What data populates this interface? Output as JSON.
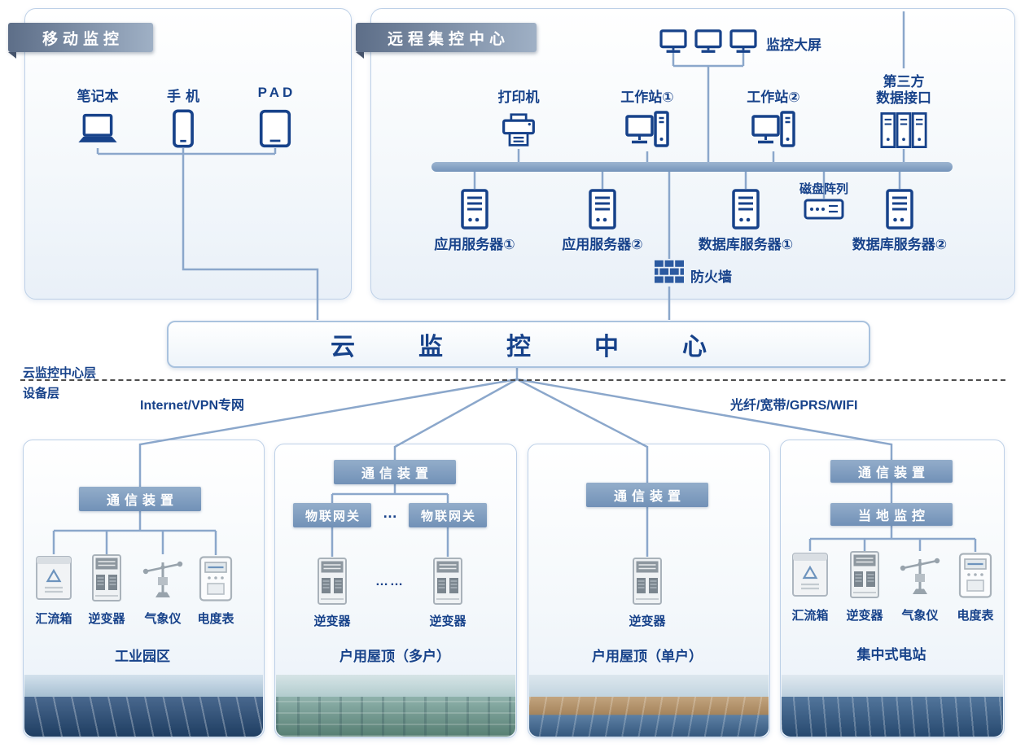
{
  "mobile": {
    "tag": "移动监控",
    "laptop": "笔记本",
    "phone": "手机",
    "pad": "PAD"
  },
  "control_center": {
    "tag": "远程集控中心",
    "big_screen": "监控大屏",
    "printer": "打印机",
    "workstation1": "工作站①",
    "workstation2": "工作站②",
    "third_party_line1": "第三方",
    "third_party_line2": "数据接口",
    "disk_array": "磁盘阵列",
    "app_server1": "应用服务器①",
    "app_server2": "应用服务器②",
    "db_server1": "数据库服务器①",
    "db_server2": "数据库服务器②",
    "firewall": "防火墙"
  },
  "cloud_bar": {
    "title": "云监控中心"
  },
  "layers": {
    "upper": "云监控中心层",
    "lower": "设备层"
  },
  "links": {
    "left": "Internet/VPN专网",
    "right": "光纤/宽带/GPRS/WIFI"
  },
  "sites": [
    {
      "title": "工业园区",
      "comm": "通信装置",
      "devices": [
        "汇流箱",
        "逆变器",
        "气象仪",
        "电度表"
      ]
    },
    {
      "title": "户用屋顶（多户）",
      "comm": "通信装置",
      "gateway1": "物联网关",
      "gateway2": "物联网关",
      "gateway_dots": "…",
      "device_dots": "……",
      "devices": [
        "逆变器",
        "逆变器"
      ]
    },
    {
      "title": "户用屋顶（单户）",
      "comm": "通信装置",
      "devices": [
        "逆变器"
      ]
    },
    {
      "title": "集中式电站",
      "comm": "通信装置",
      "local": "当地监控",
      "devices": [
        "汇流箱",
        "逆变器",
        "气象仪",
        "电度表"
      ]
    }
  ],
  "colors": {
    "primary": "#17428a",
    "connector": "#8ba7cb",
    "badge": "#7e9cc1"
  }
}
